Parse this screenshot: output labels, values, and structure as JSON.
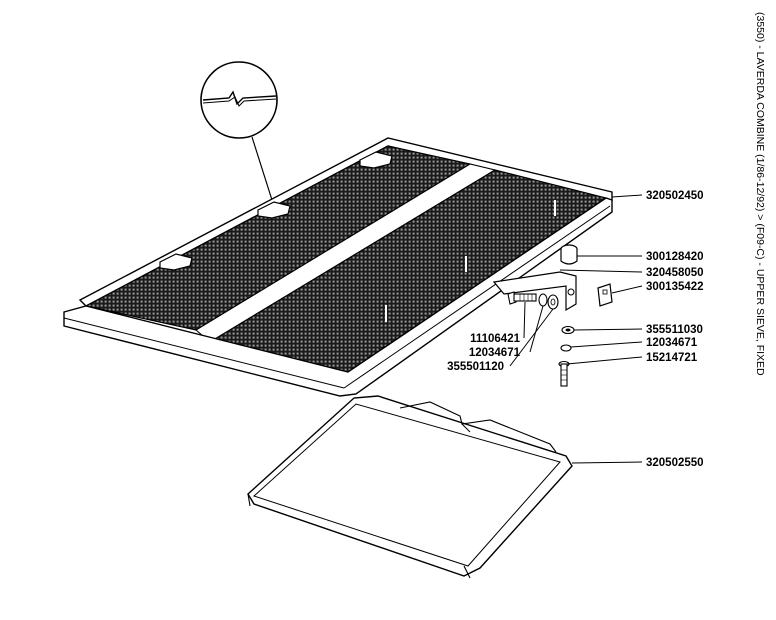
{
  "title": "(3550) - LAVERDA COMBINE (1/86-12/92) > (F09-C) - UPPER SIEVE, FIXED",
  "parts": [
    {
      "number": "320502450"
    },
    {
      "number": "300128420"
    },
    {
      "number": "320458050"
    },
    {
      "number": "300135422"
    },
    {
      "number": "355511030"
    },
    {
      "number": "12034671"
    },
    {
      "number": "15214721"
    },
    {
      "number": "11106421"
    },
    {
      "number": "12034671"
    },
    {
      "number": "355501120"
    },
    {
      "number": "320502550"
    }
  ]
}
